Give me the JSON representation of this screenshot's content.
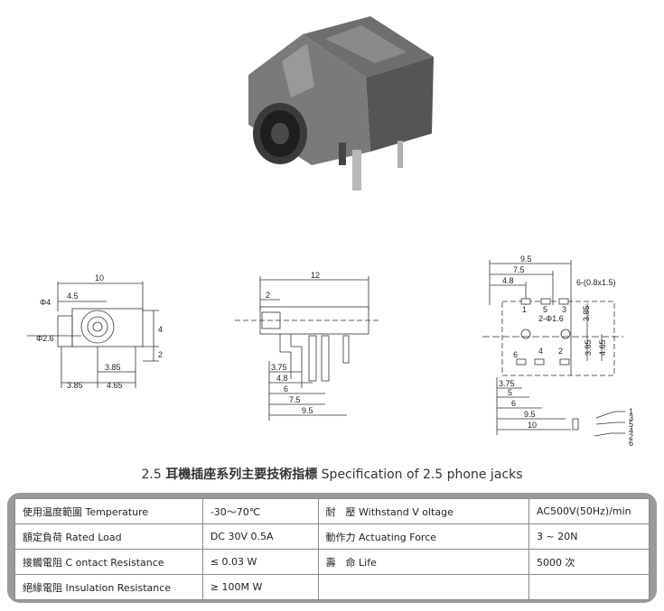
{
  "drawings": {
    "front": {
      "d10": "10",
      "d45": "4.5",
      "phi4": "Φ4",
      "phi26": "Φ2.6",
      "h4": "4",
      "h2": "2",
      "d385a": "3.85",
      "d385b": "3.85",
      "d465": "4.65"
    },
    "side": {
      "d12": "12",
      "d2": "2",
      "d375": "3.75",
      "d48": "4.8",
      "d6": "6",
      "d75": "7.5",
      "d95": "9.5"
    },
    "pcb": {
      "d95top": "9.5",
      "d75top": "7.5",
      "d48top": "4.8",
      "holes": "6-(0.8x1.5)",
      "phi16": "2-Φ1.6",
      "p1": "1",
      "p5": "5",
      "p3": "3",
      "p6": "6",
      "p4": "4",
      "p2": "2",
      "v385a": "3.85",
      "v385b": "3.85",
      "v465": "4.65",
      "b375": "3.75",
      "b5": "5",
      "b6": "6",
      "b95": "9.5",
      "b10": "10",
      "s1": "1",
      "s3": "3",
      "s5": "5",
      "s4": "4",
      "s2": "2",
      "s6": "6"
    }
  },
  "heading": {
    "number": "2.5",
    "title_cn": "耳機插座系列主要技術指標",
    "title_en": "Specification of 2.5 phone jacks"
  },
  "spec": {
    "rows": [
      {
        "label_cn": "使用温度範圍",
        "label_en": "Temperature",
        "value": "-30～70℃",
        "label2_cn": "耐　壓",
        "label2_en": "Withstand V oltage",
        "value2": "AC500V(50Hz)/min"
      },
      {
        "label_cn": "額定負荷",
        "label_en": "Rated Load",
        "value": "DC  30V  0.5A",
        "label2_cn": "動作力",
        "label2_en": "Actuating Force",
        "value2": "3 ~ 20N"
      },
      {
        "label_cn": "接觸電阻",
        "label_en": "C ontact Resistance",
        "value": "≤ 0.03 W",
        "label2_cn": "壽　命",
        "label2_en": "Life",
        "value2": "5000 次"
      },
      {
        "label_cn": "絕緣電阻",
        "label_en": "Insulation Resistance",
        "value": "≥ 100M W",
        "label2_cn": "",
        "label2_en": "",
        "value2": ""
      }
    ]
  }
}
